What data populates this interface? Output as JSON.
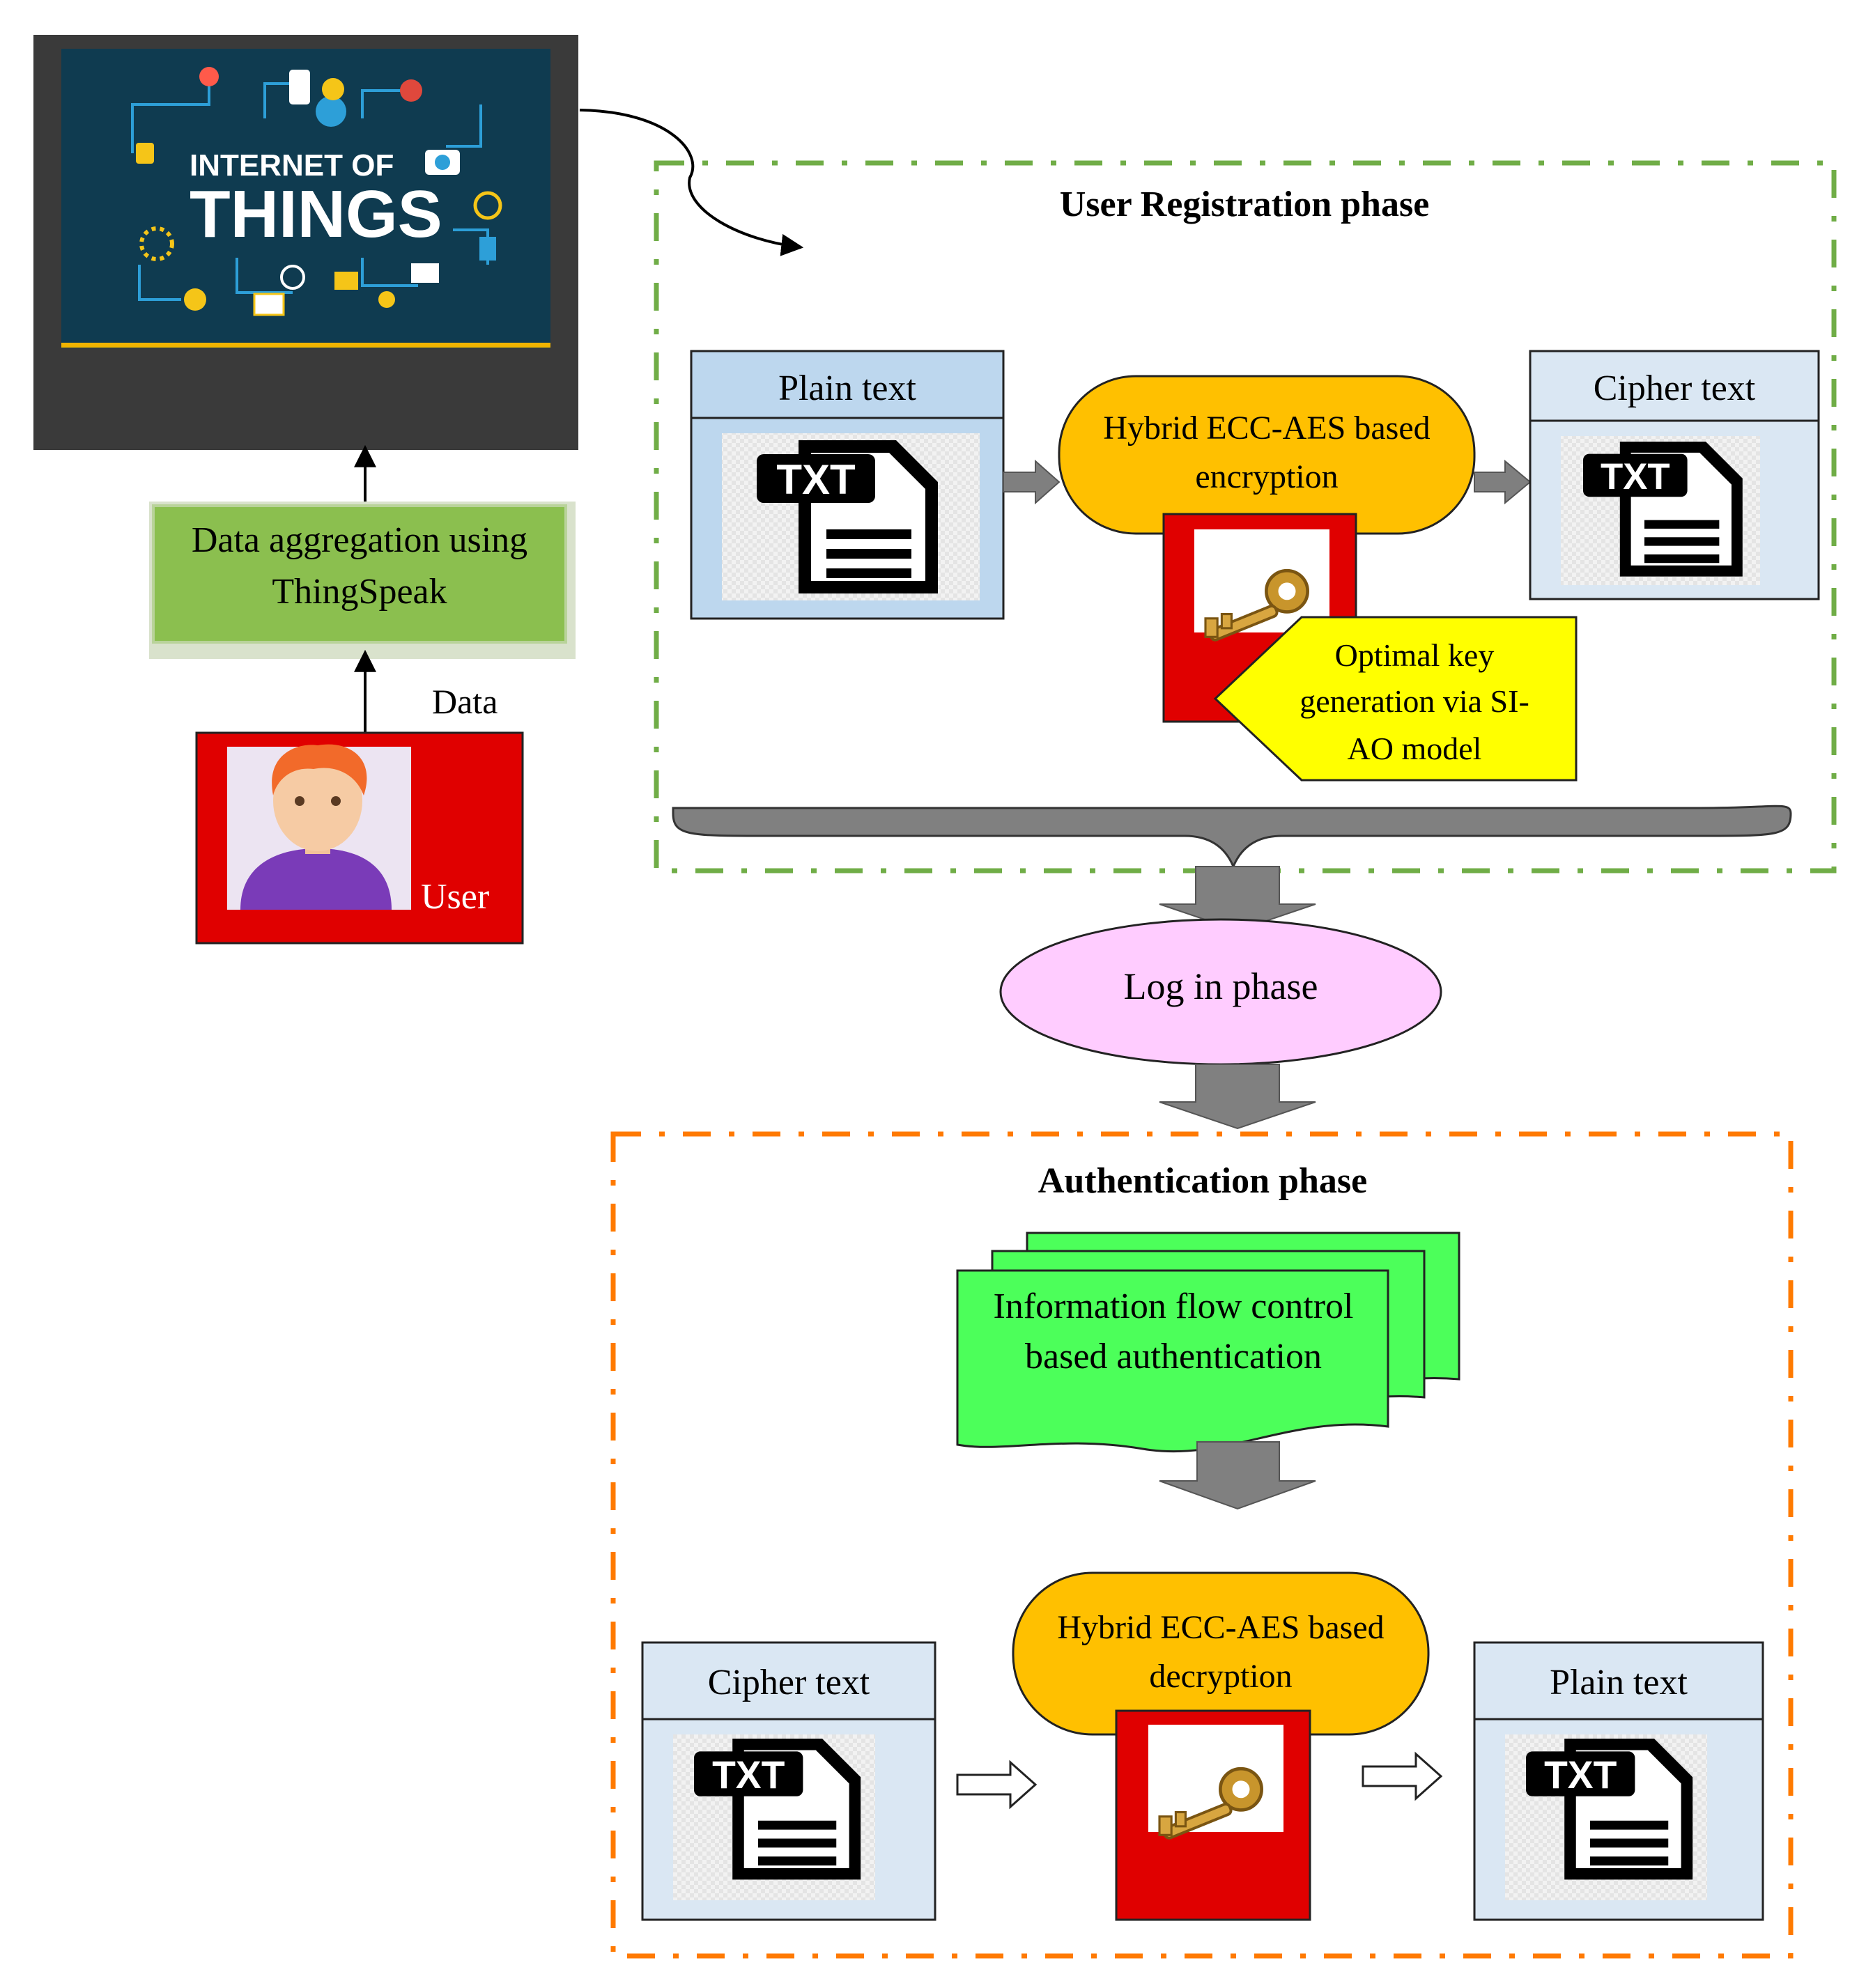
{
  "iot_panel": {
    "line1": "INTERNET OF",
    "line2": "THINGS"
  },
  "aggregation": {
    "line1": "Data aggregation using",
    "line2": "ThingSpeak"
  },
  "data_label": "Data",
  "user_label": "User",
  "registration": {
    "title": "User Registration phase",
    "plain_header": "Plain text",
    "cipher_header": "Cipher text",
    "encryption_line1": "Hybrid ECC-AES based",
    "encryption_line2": "encryption",
    "optimal_line1": "Optimal key",
    "optimal_line2": "generation via SI-",
    "optimal_line3": "AO model"
  },
  "login": {
    "label": "Log in phase"
  },
  "authentication": {
    "title": "Authentication phase",
    "ifc_line1": "Information flow control",
    "ifc_line2": "based authentication",
    "cipher_header": "Cipher text",
    "plain_header": "Plain text",
    "decryption_line1": "Hybrid ECC-AES based",
    "decryption_line2": "decryption"
  },
  "file_icon_label": "TXT",
  "colors": {
    "iot_bg": "#0f3b50",
    "iot_frame": "#3a3a3a",
    "aggregation_fill": "#8bbf4f",
    "user_box": "#e00000",
    "header_blue": "#bdd7ee",
    "pale_blue": "#dae7f3",
    "encryption_fill": "#ffc000",
    "optimal_fill": "#ffff00",
    "login_fill": "#ffccff",
    "ifc_fill": "#4cff5a",
    "registration_border": "#70ad47",
    "authentication_border": "#ff7a00"
  }
}
